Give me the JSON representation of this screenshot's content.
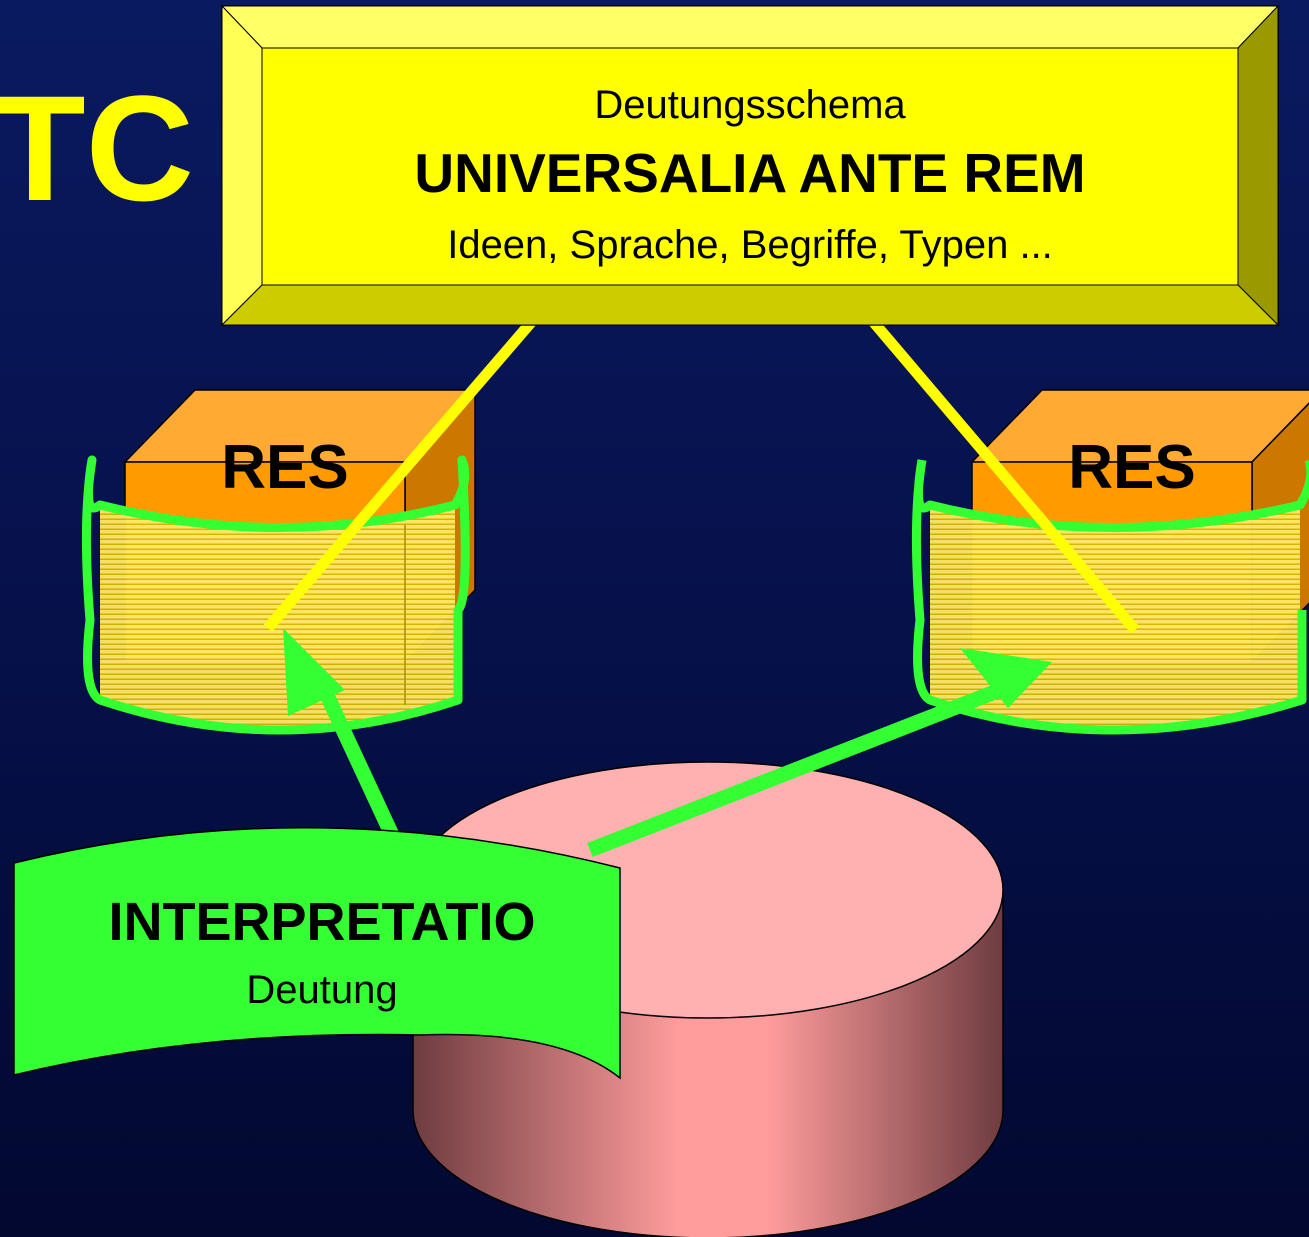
{
  "title_fragment": "TC",
  "schema_box": {
    "line1": "Deutungsschema",
    "line2": "UNIVERSALIA ANTE REM",
    "line3": "Ideen, Sprache, Begriffe, Typen ..."
  },
  "res_left": {
    "label": "RES"
  },
  "res_right": {
    "label": "RES"
  },
  "banner": {
    "title": "INTERPRETATIO",
    "subtitle": "Deutung"
  },
  "colors": {
    "background": "#061048",
    "schema_box": "#ffff00",
    "res_box": "#ff9a00",
    "res_scroll": "#ffe45a",
    "green": "#33ff33",
    "yellow_line": "#ffff00",
    "cylinder": "#ffaaaa"
  }
}
